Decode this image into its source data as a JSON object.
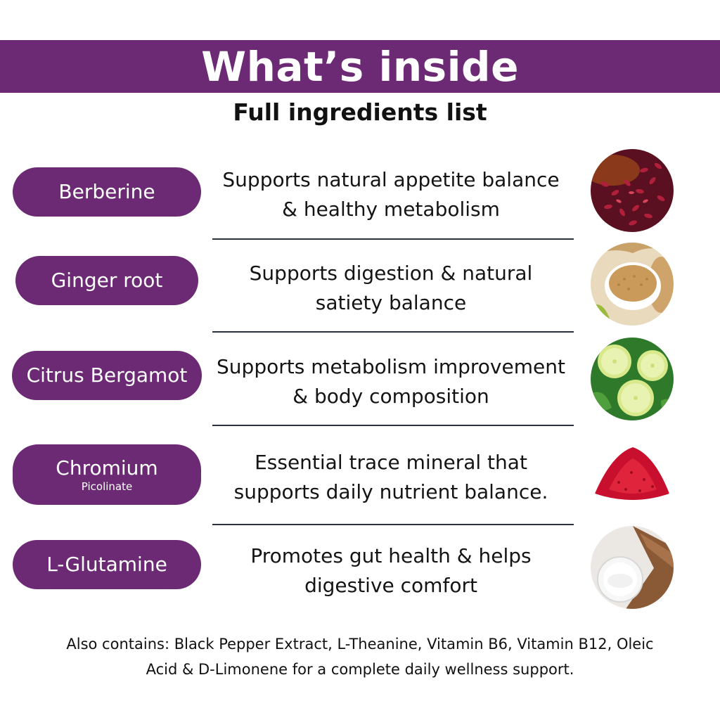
{
  "header": {
    "title": "What’s inside",
    "subtitle": "Full ingredients list",
    "banner_color": "#6b2a73"
  },
  "ingredients": [
    {
      "name": "Berberine",
      "sub": "",
      "line1": "Supports natural appetite balance",
      "line2": "& healthy metabolism",
      "image": "red-yeast-rice-image"
    },
    {
      "name": "Ginger root",
      "sub": "",
      "line1": "Supports digestion & natural",
      "line2": "satiety balance",
      "image": "ginger-powder-image"
    },
    {
      "name": "Citrus Bergamot",
      "sub": "",
      "line1": "Supports metabolism improvement",
      "line2": "& body composition",
      "image": "bergamot-slices-image"
    },
    {
      "name": "Chromium",
      "sub": "Picolinate",
      "line1": "Essential trace mineral that",
      "line2": "supports daily nutrient balance.",
      "image": "red-powder-image"
    },
    {
      "name": "L-Glutamine",
      "sub": "",
      "line1": "Promotes gut health & helps",
      "line2": "digestive comfort",
      "image": "white-powder-bowl-image"
    }
  ],
  "footer": {
    "line1": "Also contains: Black Pepper Extract, L-Theanine, Vitamin B6, Vitamin B12, Oleic",
    "line2": "Acid & D-Limonene for a complete daily wellness support."
  }
}
